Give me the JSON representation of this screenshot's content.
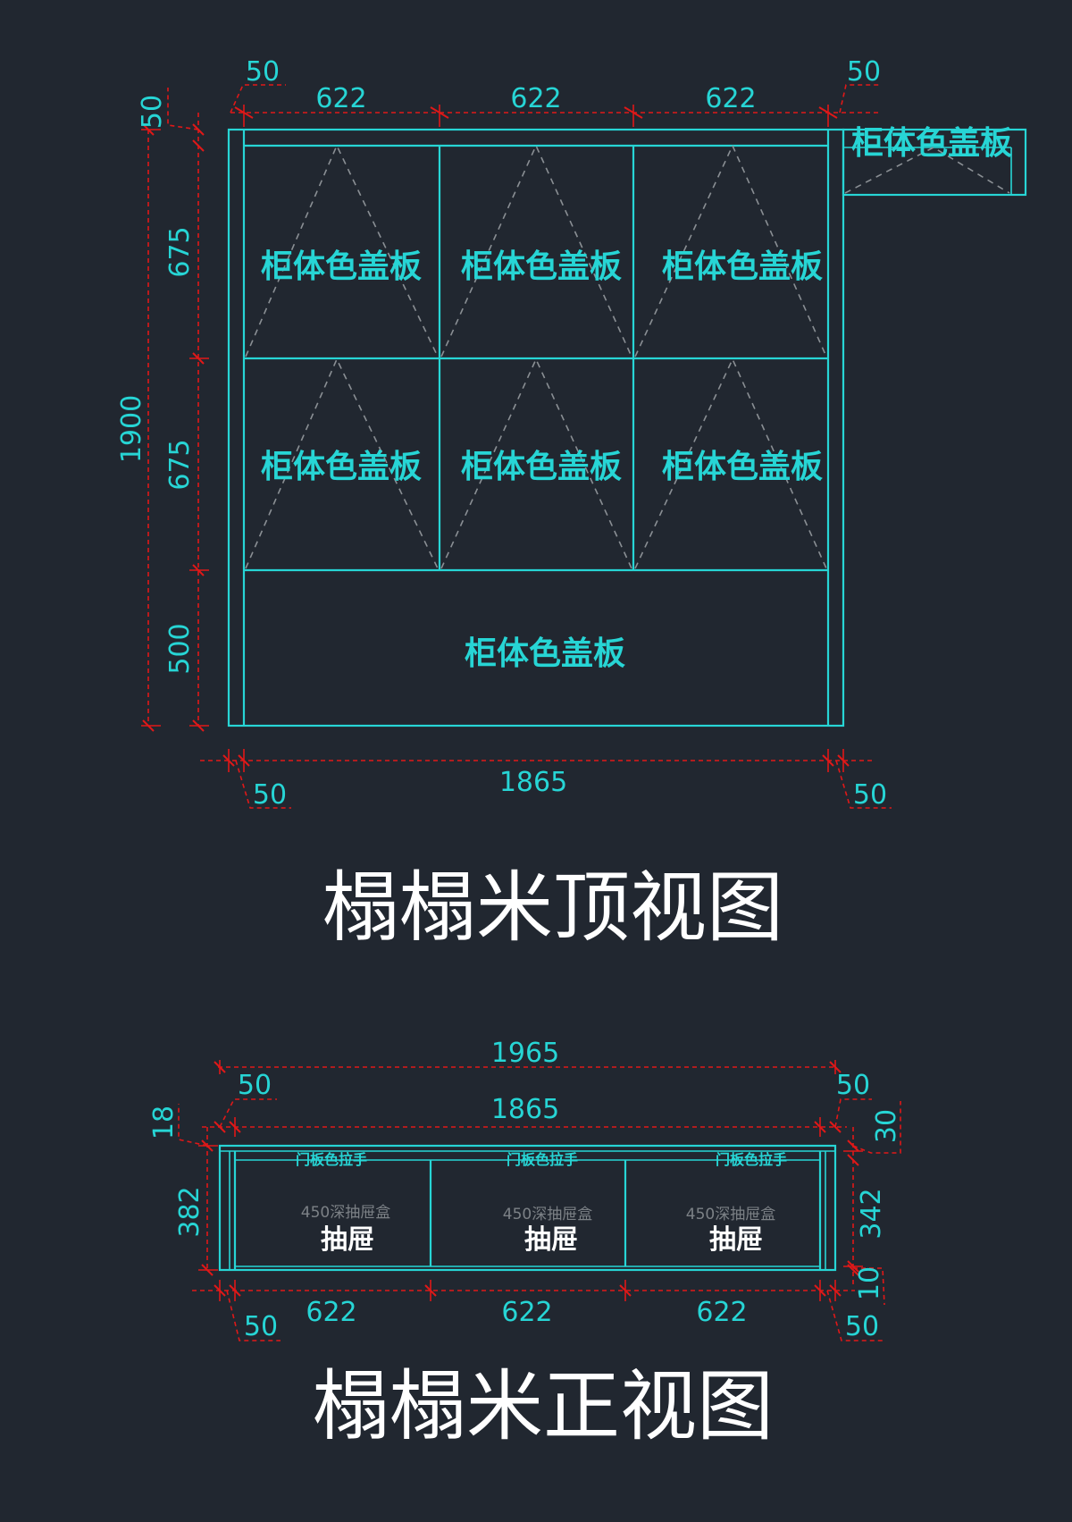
{
  "top_view": {
    "title": "榻榻米顶视图",
    "panel_label": "柜体色盖板",
    "dims": {
      "top_left_offset": "50",
      "top_right_offset": "50",
      "top_w1": "622",
      "top_w2": "622",
      "top_w3": "622",
      "left_top": "50",
      "total_height": "1900",
      "row1": "675",
      "row2": "675",
      "row3": "500",
      "bottom_total": "1865",
      "bottom_left": "50",
      "bottom_right": "50"
    }
  },
  "front_view": {
    "title": "榻榻米正视图",
    "drawer_label": "抽屉",
    "drawer_note": "450深抽屉盒",
    "handle_note": "门板色拉手",
    "dims": {
      "overall": "1965",
      "inner": "1865",
      "top_left_offset": "50",
      "top_right_offset": "50",
      "left_top": "18",
      "left_height": "382",
      "right_top": "30",
      "right_height": "342",
      "right_bottom": "10",
      "bottom_w1": "622",
      "bottom_w2": "622",
      "bottom_w3": "622",
      "bottom_left": "50",
      "bottom_right": "50"
    }
  }
}
